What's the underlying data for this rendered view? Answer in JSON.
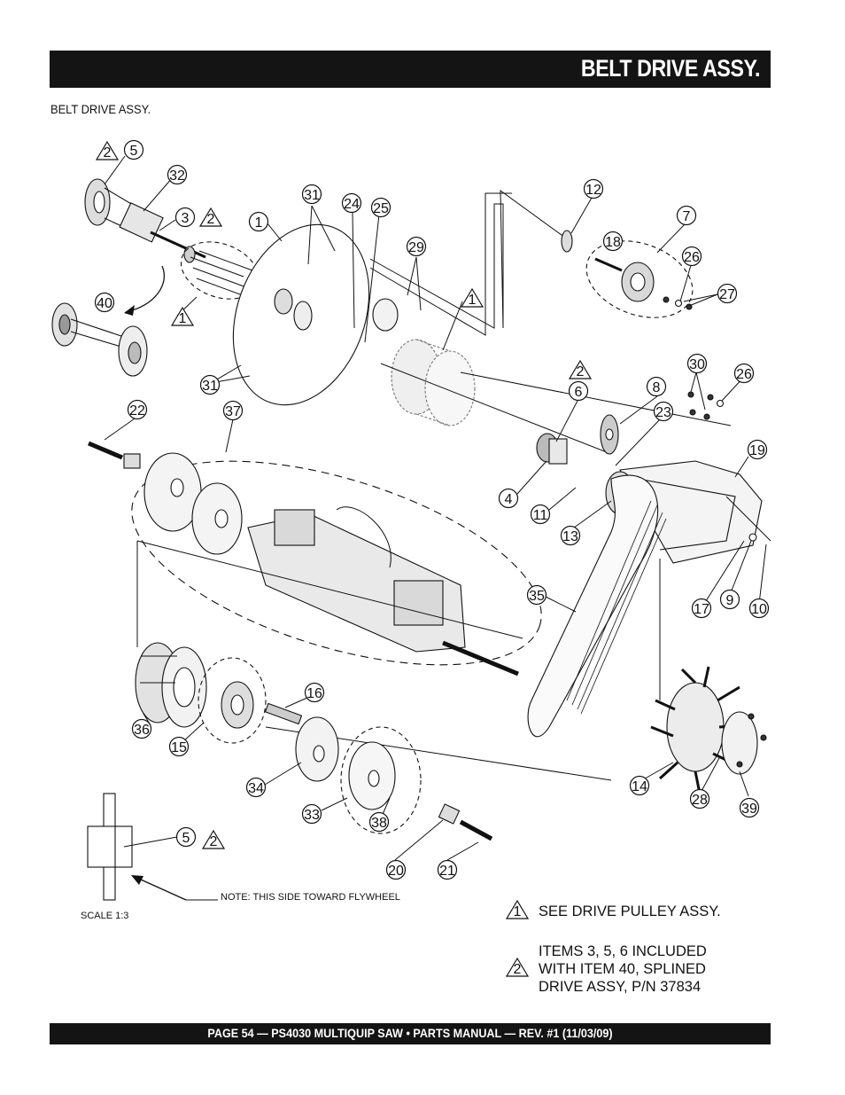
{
  "header": {
    "title": "BELT DRIVE ASSY."
  },
  "caption": "BELT DRIVE ASSY.",
  "footer": {
    "text": "PAGE 54 — PS4030 MULTIQUIP SAW • PARTS MANUAL — REV. #1 (11/03/09)"
  },
  "callouts": {
    "n1": "1",
    "n2": "2",
    "n3": "3",
    "n4": "4",
    "n5": "5",
    "n6": "6",
    "n7": "7",
    "n8": "8",
    "n9": "9",
    "n10": "10",
    "n11": "11",
    "n12": "12",
    "n13": "13",
    "n14": "14",
    "n15": "15",
    "n16": "16",
    "n17": "17",
    "n18": "18",
    "n19": "19",
    "n20": "20",
    "n21": "21",
    "n22": "22",
    "n23": "23",
    "n24": "24",
    "n25": "25",
    "n26": "26",
    "n27": "27",
    "n28": "28",
    "n29": "29",
    "n30": "30",
    "n31": "31",
    "n32": "32",
    "n33": "33",
    "n34": "34",
    "n35": "35",
    "n36": "36",
    "n37": "37",
    "n38": "38",
    "n39": "39",
    "n40": "40"
  },
  "detail": {
    "note": "NOTE:  THIS SIDE TOWARD FLYWHEEL",
    "scale": "SCALE 1:3"
  },
  "legend": {
    "item1_line1": "SEE DRIVE PULLEY ASSY.",
    "item2_line1": "ITEMS 3, 5, 6 INCLUDED",
    "item2_line2": "WITH ITEM 40, SPLINED",
    "item2_line3": "DRIVE ASSY, P/N 37834"
  }
}
